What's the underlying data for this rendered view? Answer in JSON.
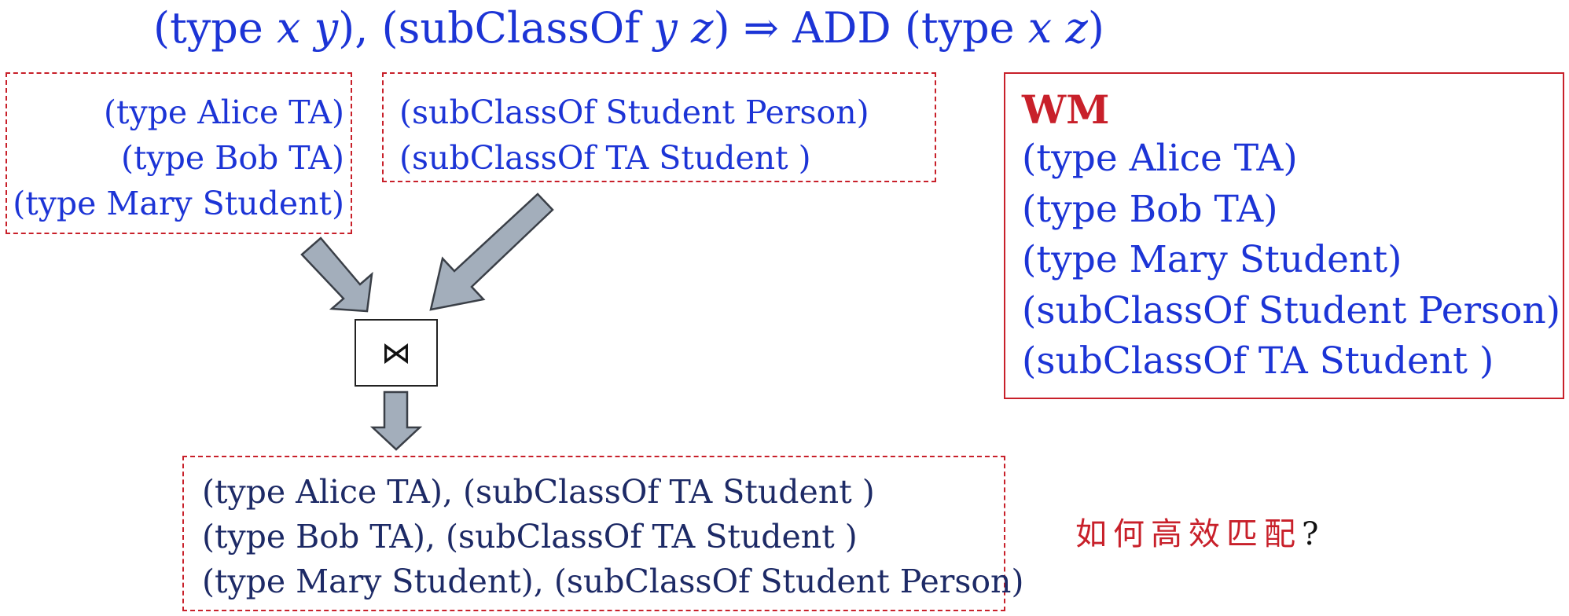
{
  "rule": {
    "p1": "(type ",
    "x1": "x",
    "sp1": " ",
    "y1": "y",
    "p2": "), (subClassOf ",
    "y2": "y",
    "sp2": " ",
    "z1": "z",
    "p3": ") ⇒ ADD (type ",
    "x2": "x",
    "sp3": " ",
    "z2": "z",
    "p4": ")"
  },
  "type_facts": [
    "(type Alice TA)",
    "(type Bob TA)",
    "(type Mary Student)"
  ],
  "subclass_facts": [
    "(subClassOf Student Person)",
    "(subClassOf TA Student )"
  ],
  "join_symbol": "⋈",
  "results": [
    "(type Alice TA), (subClassOf TA Student )",
    "(type Bob TA), (subClassOf TA Student )",
    "(type Mary Student), (subClassOf Student Person)"
  ],
  "working_memory": {
    "title": "WM",
    "facts": [
      "(type Alice TA)",
      "(type Bob TA)",
      "(type Mary Student)",
      "(subClassOf Student Person)",
      "(subClassOf TA Student )"
    ]
  },
  "question": {
    "text": "如何高效匹配",
    "mark": "?"
  },
  "colors": {
    "rule_text": "#1c34d6",
    "result_text": "#1d2a66",
    "box_border": "#c8202a",
    "arrow_fill": "#a3aebb",
    "arrow_stroke": "#3a3f47",
    "wm_title": "#c8202a"
  }
}
